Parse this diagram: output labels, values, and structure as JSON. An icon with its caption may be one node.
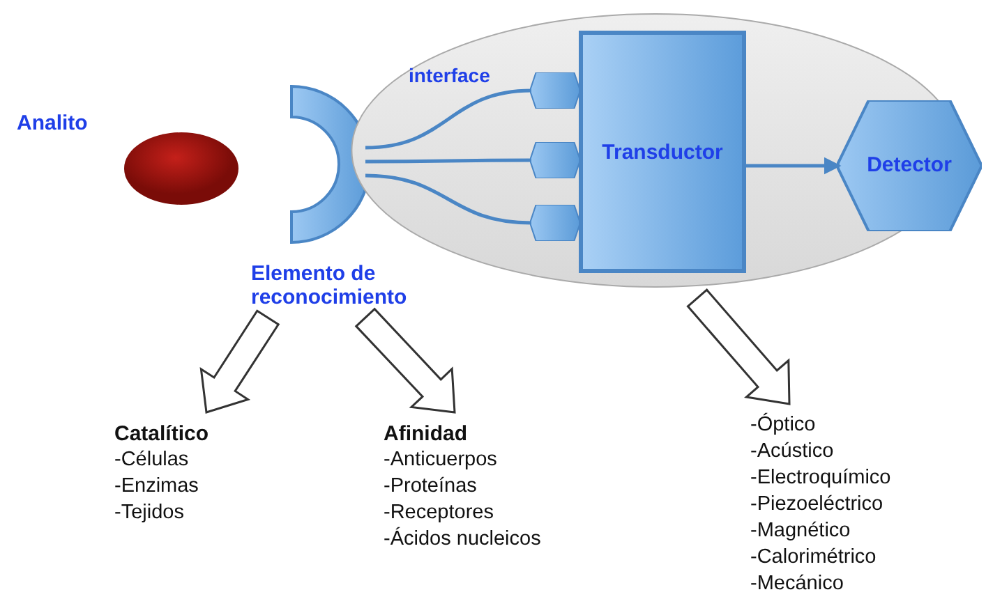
{
  "diagram": {
    "nodes": [
      {
        "text": [
          "Analito"
        ]
      },
      {
        "text": [
          "Elemento de reconocimiento"
        ]
      },
      {
        "text": [],
        "shape": "ellipse"
      },
      {
        "text": [],
        "shape": "hexagon",
        "in": 2
      },
      {
        "text": [],
        "shape": "hexagon",
        "in": 2
      },
      {
        "text": [],
        "shape": "hexagon",
        "in": 2
      },
      {
        "text": [
          "Transductor"
        ],
        "in": 2
      },
      {
        "text": [
          "Detector"
        ]
      },
      {
        "text": [
          "Catalítico",
          "-Células",
          "-Enzimas",
          "-Tejidos"
        ]
      },
      {
        "text": [
          "Afinidad",
          "-Anticuerpos",
          "-Proteínas",
          "-Receptores",
          "-Ácidos nucleicos"
        ]
      },
      {
        "text": [
          "-Óptico",
          "-Acústico",
          "-Electroquímico",
          "-Piezoeléctrico",
          "-Magnético",
          "-Calorimétrico",
          "-Mecánico"
        ]
      }
    ],
    "edges": [
      {
        "from": 1,
        "to": 3,
        "arrow": "none"
      },
      {
        "from": 1,
        "to": 4,
        "arrow": "none"
      },
      {
        "from": 1,
        "to": 5,
        "arrow": "none"
      },
      {
        "from": 6,
        "to": 7,
        "arrow": "to"
      },
      {
        "from": 1,
        "to": 8,
        "arrow": "to",
        "style": "thick",
        "color": "#333333"
      },
      {
        "from": 1,
        "to": 9,
        "arrow": "to",
        "style": "thick",
        "color": "#333333"
      },
      {
        "from": 6,
        "to": 10,
        "arrow": "to",
        "style": "thick",
        "color": "#333333"
      }
    ],
    "labels": [
      "interface"
    ]
  }
}
